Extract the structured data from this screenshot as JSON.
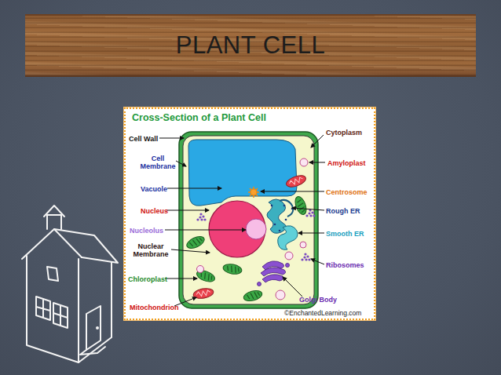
{
  "diagram": {
    "title": "PLANT CELL",
    "nodes": [
      {
        "text": [
          "Cross-Section of a Plant Cell"
        ]
      }
    ],
    "labels": [
      "Cell Wall",
      "Cell Membrane",
      "Vacuole",
      "Nucleus",
      "Nucleolus",
      "Nuclear Membrane",
      "Chloroplast",
      "Mitochondrion",
      "Cytoplasm",
      "Amyloplast",
      "Centrosome",
      "Rough ER",
      "Smooth ER",
      "Ribosomes",
      "Golgi Body",
      "©EnchantedLearning.com"
    ]
  }
}
